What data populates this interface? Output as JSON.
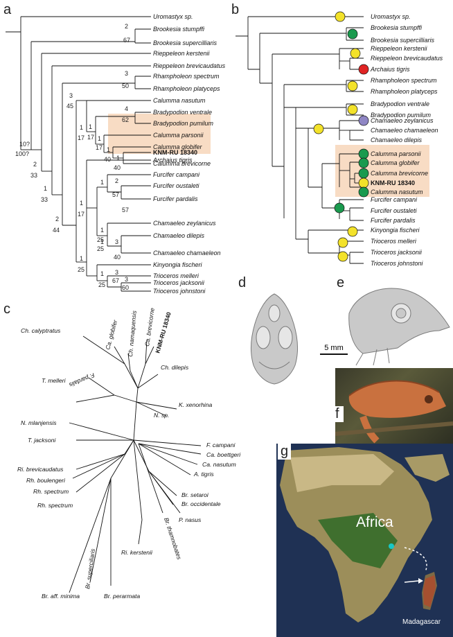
{
  "panels": {
    "a": "a",
    "b": "b",
    "c": "c",
    "d": "d",
    "e": "e",
    "f": "f",
    "g": "g"
  },
  "tree_a": {
    "taxa": [
      "Uromastyx sp.",
      "Brookesia stumpffi",
      "Brookesia supercilliaris",
      "Rieppeleon kerstenii",
      "Rieppeleon brevicaudatus",
      "Rhampholeon spectrum",
      "Rhampholeon platyceps",
      "Calumma nasutum",
      "Bradypodion ventrale",
      "Bradypodion pumilum",
      "Calumma parsonii",
      "Calumma globifer",
      "KNM-RU 18340",
      "Calumma brevicorne",
      "Archaius tigris",
      "Furcifer campani",
      "Furcifer oustaleti",
      "Furcifer pardalis",
      "Chamaeleo zeylanicus",
      "Chamaeleo dilepis",
      "Chamaeleo chamaeleon",
      "Kinyongia fischeri",
      "Trioceros melleri",
      "Trioceros jacksonii",
      "Trioceros johnstoni"
    ],
    "support": [
      {
        "id": "s1",
        "val": "2"
      },
      {
        "id": "s2",
        "val": "67"
      },
      {
        "id": "s3",
        "val": "10?"
      },
      {
        "id": "s4",
        "val": "100?"
      },
      {
        "id": "s5",
        "val": "2"
      },
      {
        "id": "s6",
        "val": "33"
      },
      {
        "id": "s7",
        "val": "1"
      },
      {
        "id": "s8",
        "val": "33"
      },
      {
        "id": "s9",
        "val": "3"
      },
      {
        "id": "s10",
        "val": "50"
      },
      {
        "id": "s11",
        "val": "2"
      },
      {
        "id": "s12",
        "val": "44"
      },
      {
        "id": "s13",
        "val": "1"
      },
      {
        "id": "s14",
        "val": "17"
      },
      {
        "id": "s15",
        "val": "4"
      },
      {
        "id": "s16",
        "val": "62"
      },
      {
        "id": "s17",
        "val": "1"
      },
      {
        "id": "s18",
        "val": "17"
      },
      {
        "id": "s19",
        "val": "1"
      },
      {
        "id": "s20",
        "val": "17"
      },
      {
        "id": "s21",
        "val": "1"
      },
      {
        "id": "s22",
        "val": "40"
      },
      {
        "id": "s23",
        "val": "1"
      },
      {
        "id": "s24",
        "val": "40"
      },
      {
        "id": "s25",
        "val": "3"
      },
      {
        "id": "s26",
        "val": "45"
      },
      {
        "id": "s27",
        "val": "2"
      },
      {
        "id": "s28",
        "val": "57"
      },
      {
        "id": "s29",
        "val": "1"
      },
      {
        "id": "s30",
        "val": "57"
      },
      {
        "id": "s31",
        "val": "1"
      },
      {
        "id": "s32",
        "val": "17"
      },
      {
        "id": "s33",
        "val": "1"
      },
      {
        "id": "s34",
        "val": "25"
      },
      {
        "id": "s35",
        "val": "1"
      },
      {
        "id": "s36",
        "val": "25"
      },
      {
        "id": "s37",
        "val": "3"
      },
      {
        "id": "s38",
        "val": "40"
      },
      {
        "id": "s39",
        "val": "1"
      },
      {
        "id": "s40",
        "val": "25"
      },
      {
        "id": "s41",
        "val": "3"
      },
      {
        "id": "s42",
        "val": "67"
      },
      {
        "id": "s43",
        "val": "1"
      },
      {
        "id": "s44",
        "val": "25"
      },
      {
        "id": "s45",
        "val": "3"
      },
      {
        "id": "s46",
        "val": "60"
      }
    ]
  },
  "tree_b": {
    "taxa": [
      "Uromastyx sp.",
      "Brookesia stumpffi",
      "Brookesia supercilliaris",
      "Rieppeleon kerstenii",
      "Rieppeleon brevicaudatus",
      "Archaius tigris",
      "Rhampholeon spectrum",
      "Rhampholeon platyceps",
      "Bradypodion ventrale",
      "Bradypodion pumilum",
      "Chamaeleo zeylanicus",
      "Chamaeleo chamaeleon",
      "Chamaeleo dilepis",
      "Calumma parsonii",
      "Calumma globifer",
      "Calumma brevicorne",
      "KNM-RU 18340",
      "Calumma nasutum",
      "Furcifer campani",
      "Furcifer oustaleti",
      "Furcifer pardalis",
      "Kinyongia fischeri",
      "Trioceros melleri",
      "Trioceros jacksonii",
      "Trioceros johnstoni"
    ]
  },
  "unrooted_c": {
    "labels": [
      "Ch. calyptratus",
      "Ca. globifer",
      "Ch. namaquensis",
      "Ca. brevicorne",
      "KNM-RU 18340",
      "Ch. dilepis",
      "F. pardalis",
      "T. melleri",
      "K. xenorhina",
      "N. sp.",
      "N. mlanjensis",
      "T. jacksoni",
      "F. campani",
      "Ca. boettgeri",
      "Ca. nasutum",
      "A. tigris",
      "Ri. brevicaudatus",
      "Rh. boulengeri",
      "Rh. spectrum",
      "Rh. spectrum",
      "Br. setaroi",
      "Br. occidentale",
      "P. nasus",
      "Br. thamnobates",
      "Ri. kerstenii",
      "Br. superciliaris",
      "Br. perarmata",
      "Br. aff. minima"
    ]
  },
  "scale_bar": "5 mm",
  "map": {
    "africa": "Africa",
    "madagascar": "Madagascar"
  },
  "colors": {
    "highlight": "#f8dcc4",
    "green": "#1a9a4e",
    "yellow": "#f3e22a",
    "red": "#e02424",
    "purple": "#8f86c4",
    "ocean": "#1f3154"
  }
}
